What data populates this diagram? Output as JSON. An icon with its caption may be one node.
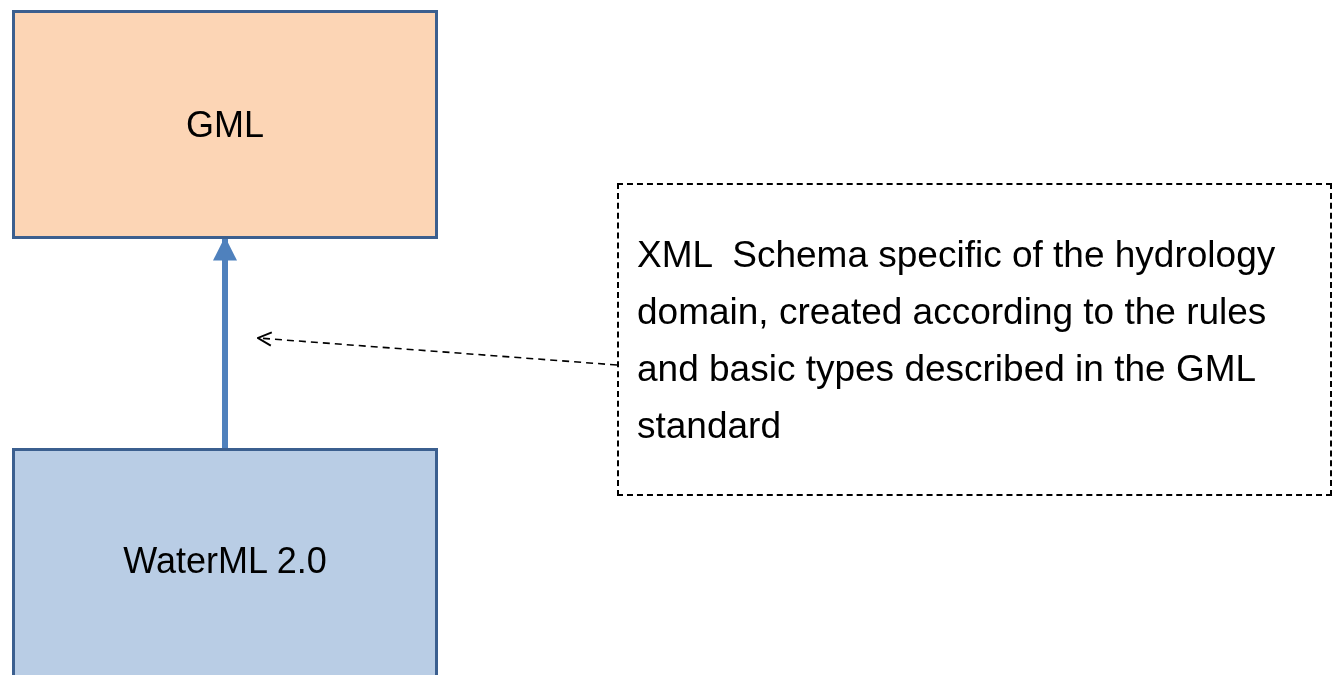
{
  "diagram": {
    "nodes": [
      {
        "text": [
          "GML"
        ]
      },
      {
        "text": [
          "WaterML 2.0"
        ]
      },
      {
        "text": [
          "XML  Schema specific of the hydrology domain, created according to the rules and basic types described in the GML standard"
        ]
      }
    ],
    "edges": [
      {
        "from": 1,
        "to": 0,
        "arrow": "to",
        "style": "thick",
        "color": "#4f81bd"
      },
      {
        "from": 2,
        "to": null,
        "arrow": "to",
        "style": "dashed",
        "color": "#000000"
      }
    ]
  }
}
